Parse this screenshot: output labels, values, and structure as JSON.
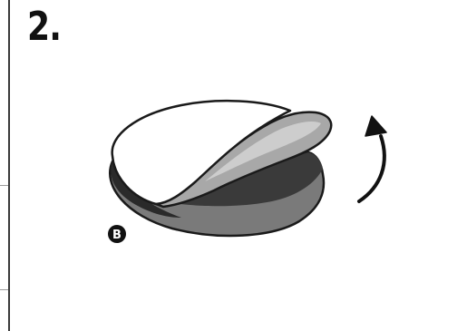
{
  "step": {
    "number": "2."
  },
  "illustration": {
    "label": "B",
    "colors": {
      "outline": "#1a1a1a",
      "disc_face": "#ffffff",
      "peeled_film": "#a8a8a8",
      "film_highlight": "#d0d0d0",
      "shadow_dark": "#3a3a3a",
      "rim_gray": "#7a7a7a",
      "badge_bg": "#111111",
      "badge_text": "#ffffff"
    },
    "icons": [
      "curved-arrow-up-icon",
      "label-b-badge"
    ]
  }
}
